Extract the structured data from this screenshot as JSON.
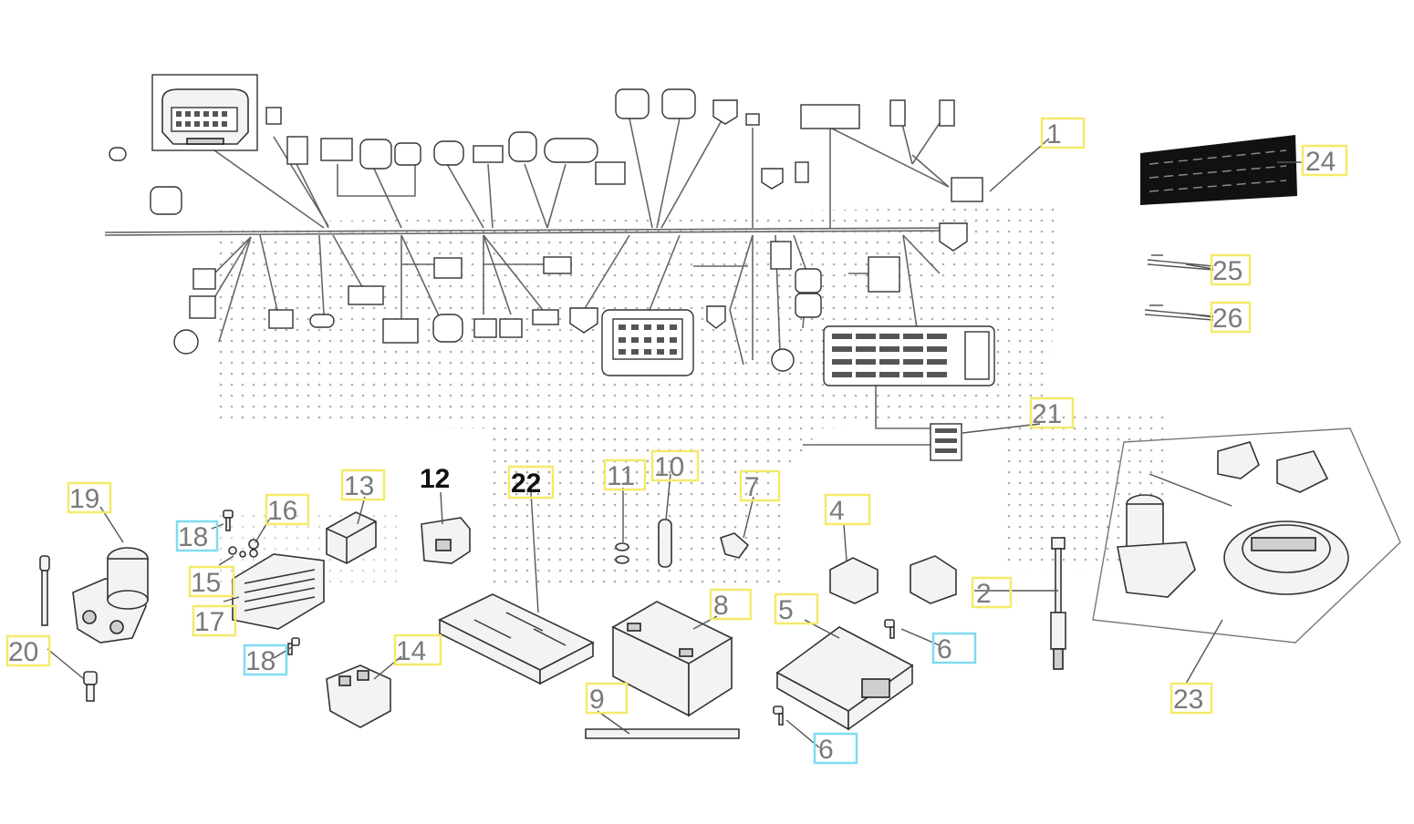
{
  "diagram": {
    "callouts": [
      {
        "id": "c1",
        "label": "1",
        "box": "yellow"
      },
      {
        "id": "c2",
        "label": "2",
        "box": "yellow"
      },
      {
        "id": "c4",
        "label": "4",
        "box": "yellow"
      },
      {
        "id": "c5",
        "label": "5",
        "box": "yellow"
      },
      {
        "id": "c6a",
        "label": "6",
        "box": "cyan"
      },
      {
        "id": "c6b",
        "label": "6",
        "box": "cyan"
      },
      {
        "id": "c7",
        "label": "7",
        "box": "yellow"
      },
      {
        "id": "c8",
        "label": "8",
        "box": "yellow"
      },
      {
        "id": "c9",
        "label": "9",
        "box": "yellow"
      },
      {
        "id": "c10",
        "label": "10",
        "box": "yellow"
      },
      {
        "id": "c11",
        "label": "11",
        "box": "yellow"
      },
      {
        "id": "c12",
        "label": "12",
        "box": "none"
      },
      {
        "id": "c13",
        "label": "13",
        "box": "yellow"
      },
      {
        "id": "c14",
        "label": "14",
        "box": "yellow"
      },
      {
        "id": "c15",
        "label": "15",
        "box": "yellow"
      },
      {
        "id": "c16",
        "label": "16",
        "box": "yellow"
      },
      {
        "id": "c17",
        "label": "17",
        "box": "yellow"
      },
      {
        "id": "c18a",
        "label": "18",
        "box": "cyan"
      },
      {
        "id": "c18b",
        "label": "18",
        "box": "cyan"
      },
      {
        "id": "c19",
        "label": "19",
        "box": "yellow"
      },
      {
        "id": "c20",
        "label": "20",
        "box": "yellow"
      },
      {
        "id": "c21",
        "label": "21",
        "box": "yellow"
      },
      {
        "id": "c22",
        "label": "22",
        "box": "yellow"
      },
      {
        "id": "c23",
        "label": "23",
        "box": "yellow"
      },
      {
        "id": "c24",
        "label": "24",
        "box": "yellow"
      },
      {
        "id": "c25",
        "label": "25",
        "box": "yellow"
      },
      {
        "id": "c26",
        "label": "26",
        "box": "yellow"
      }
    ],
    "colors": {
      "yellow_box": "#f4ea6a",
      "cyan_box": "#7fdcf0",
      "line": "#555555",
      "background": "#ffffff"
    }
  }
}
